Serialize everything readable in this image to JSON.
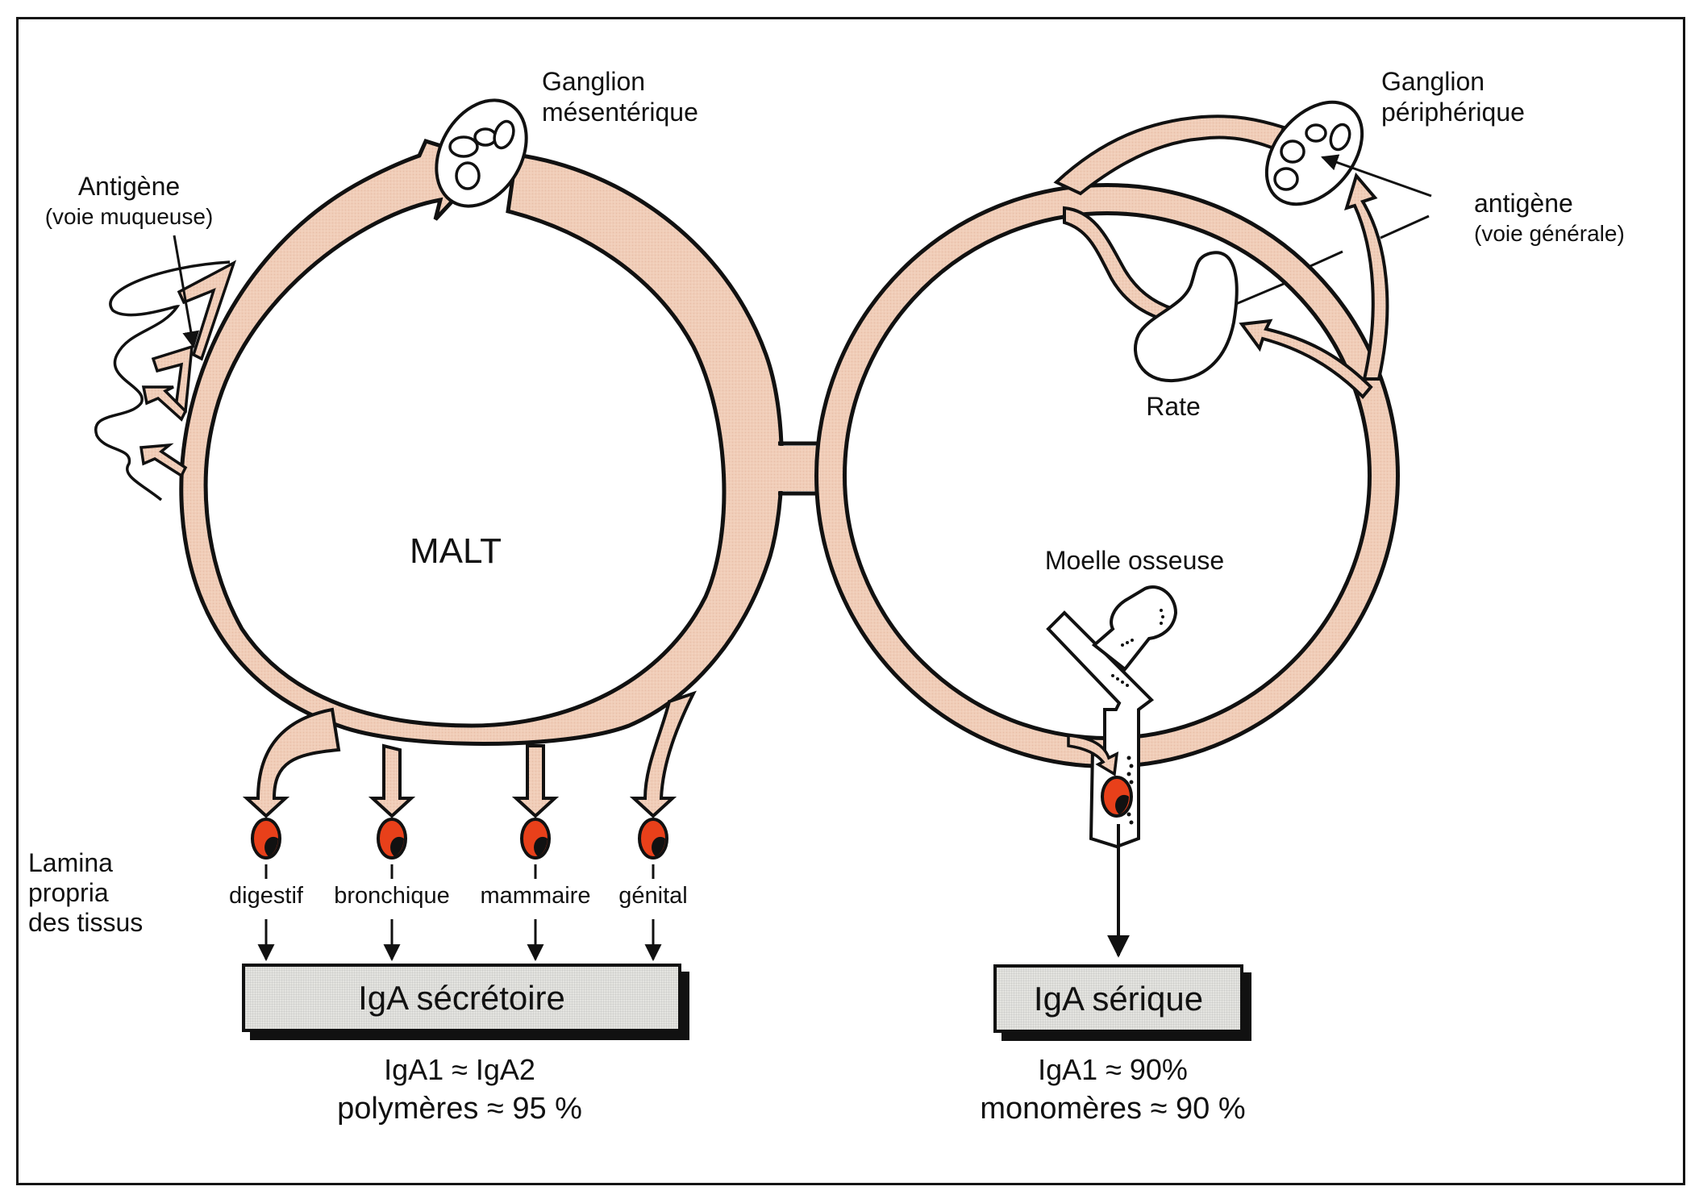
{
  "diagram": {
    "title": "IgA circulation: MALT vs systemic",
    "colors": {
      "band": "#f0cdb8",
      "outline": "#111111",
      "cell": "#e8401a",
      "box": "#e4e4e0"
    },
    "left_system": {
      "center_label": "MALT",
      "node_label_line1": "Ganglion",
      "node_label_line2": "mésentérique",
      "antigen_label_line1": "Antigène",
      "antigen_label_line2": "(voie muqueuse)",
      "tissue_label_line1": "Lamina",
      "tissue_label_line2": "propria",
      "tissue_label_line3": "des tissus",
      "targets": [
        {
          "label": "digestif"
        },
        {
          "label": "bronchique"
        },
        {
          "label": "mammaire"
        },
        {
          "label": "génital"
        }
      ],
      "output_box": "IgA sécrétoire",
      "stat_line1": "IgA1 ≈ IgA2",
      "stat_line2": "polymères ≈ 95 %"
    },
    "right_system": {
      "node_label_line1": "Ganglion",
      "node_label_line2": "périphérique",
      "antigen_label_line1": "antigène",
      "antigen_label_line2": "(voie générale)",
      "spleen_label": "Rate",
      "marrow_label": "Moelle osseuse",
      "output_box": "IgA sérique",
      "stat_line1": "IgA1 ≈ 90%",
      "stat_line2": "monomères ≈ 90 %"
    }
  }
}
